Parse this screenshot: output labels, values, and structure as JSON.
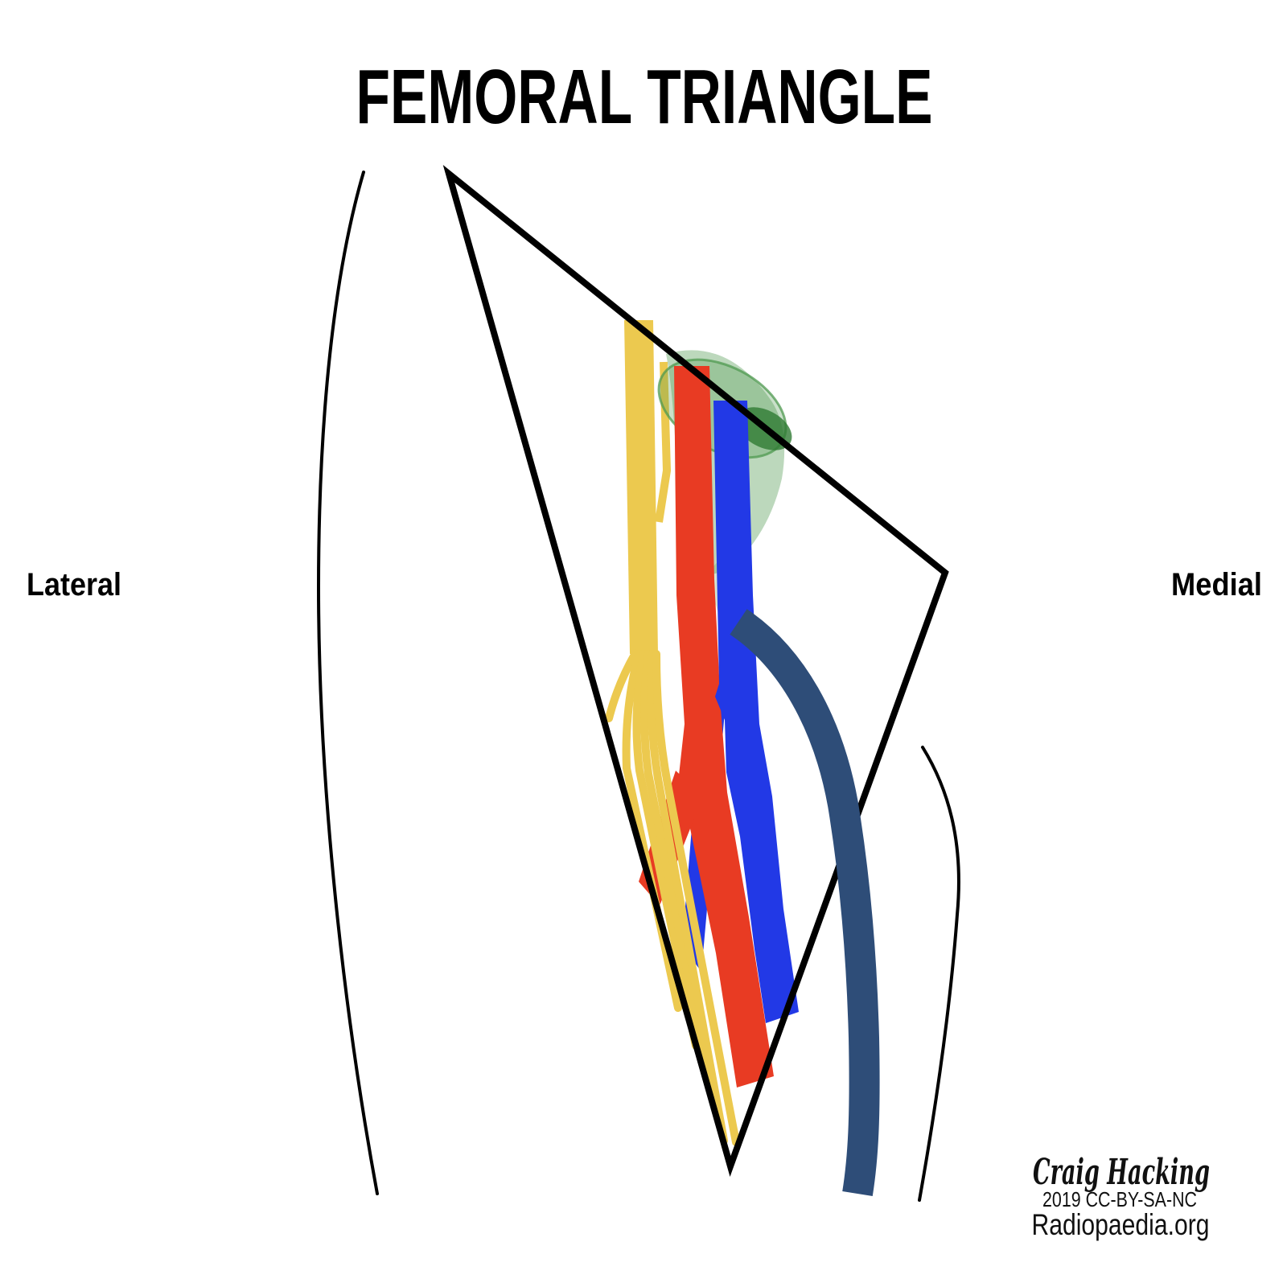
{
  "title": "FEMORAL TRIANGLE",
  "side_labels": {
    "lateral": "Lateral",
    "medial": "Medial"
  },
  "attribution": {
    "author": "Craig Hacking",
    "year_license": "2019 CC-BY-SA-NC",
    "site": "Radiopaedia.org"
  },
  "colors": {
    "background": "#ffffff",
    "line": "#000000",
    "femoral_nerve": "#ecc94f",
    "femoral_artery": "#e83b23",
    "femoral_vein": "#2239e6",
    "great_saphenous_vein": "#2e4d78",
    "femoral_sheath": "#4f9950",
    "femoral_canal": "#2f7a33"
  }
}
